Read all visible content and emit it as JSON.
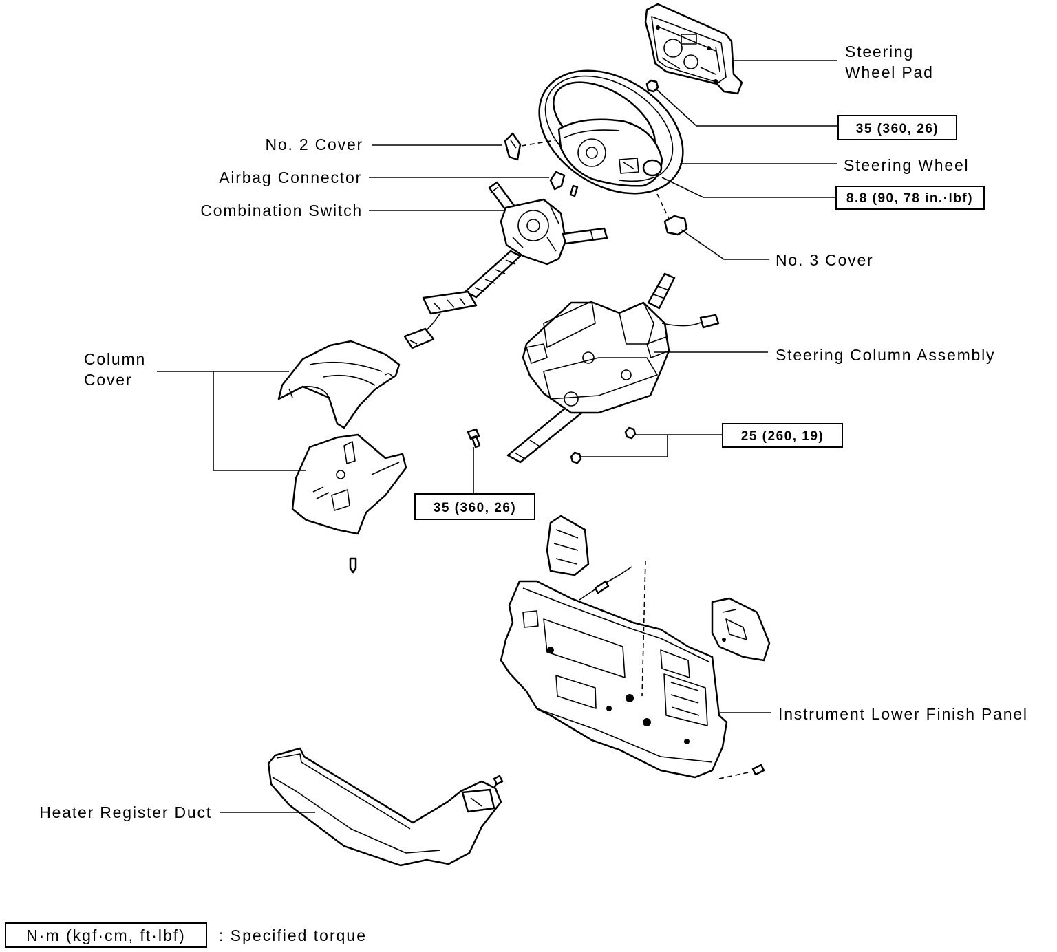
{
  "parts": {
    "steering_wheel_pad": {
      "line1": "Steering",
      "line2": "Wheel Pad"
    },
    "no2_cover": "No. 2 Cover",
    "airbag_connector": "Airbag Connector",
    "combination_switch": "Combination Switch",
    "steering_wheel": "Steering Wheel",
    "no3_cover": "No. 3 Cover",
    "column_cover": {
      "line1": "Column",
      "line2": "Cover"
    },
    "steering_column_assembly": "Steering Column Assembly",
    "instrument_lower_finish_panel": "Instrument Lower Finish Panel",
    "heater_register_duct": "Heater Register Duct"
  },
  "torque_specs": {
    "steering_wheel_nut": "35 (360, 26)",
    "pad_screw": "8.8 (90, 78 in.·lbf)",
    "column_nut": "25 (260, 19)",
    "column_bolt": "35 (360, 26)"
  },
  "legend": {
    "units": "N·m (kgf·cm, ft·lbf)",
    "description": ":  Specified torque"
  }
}
